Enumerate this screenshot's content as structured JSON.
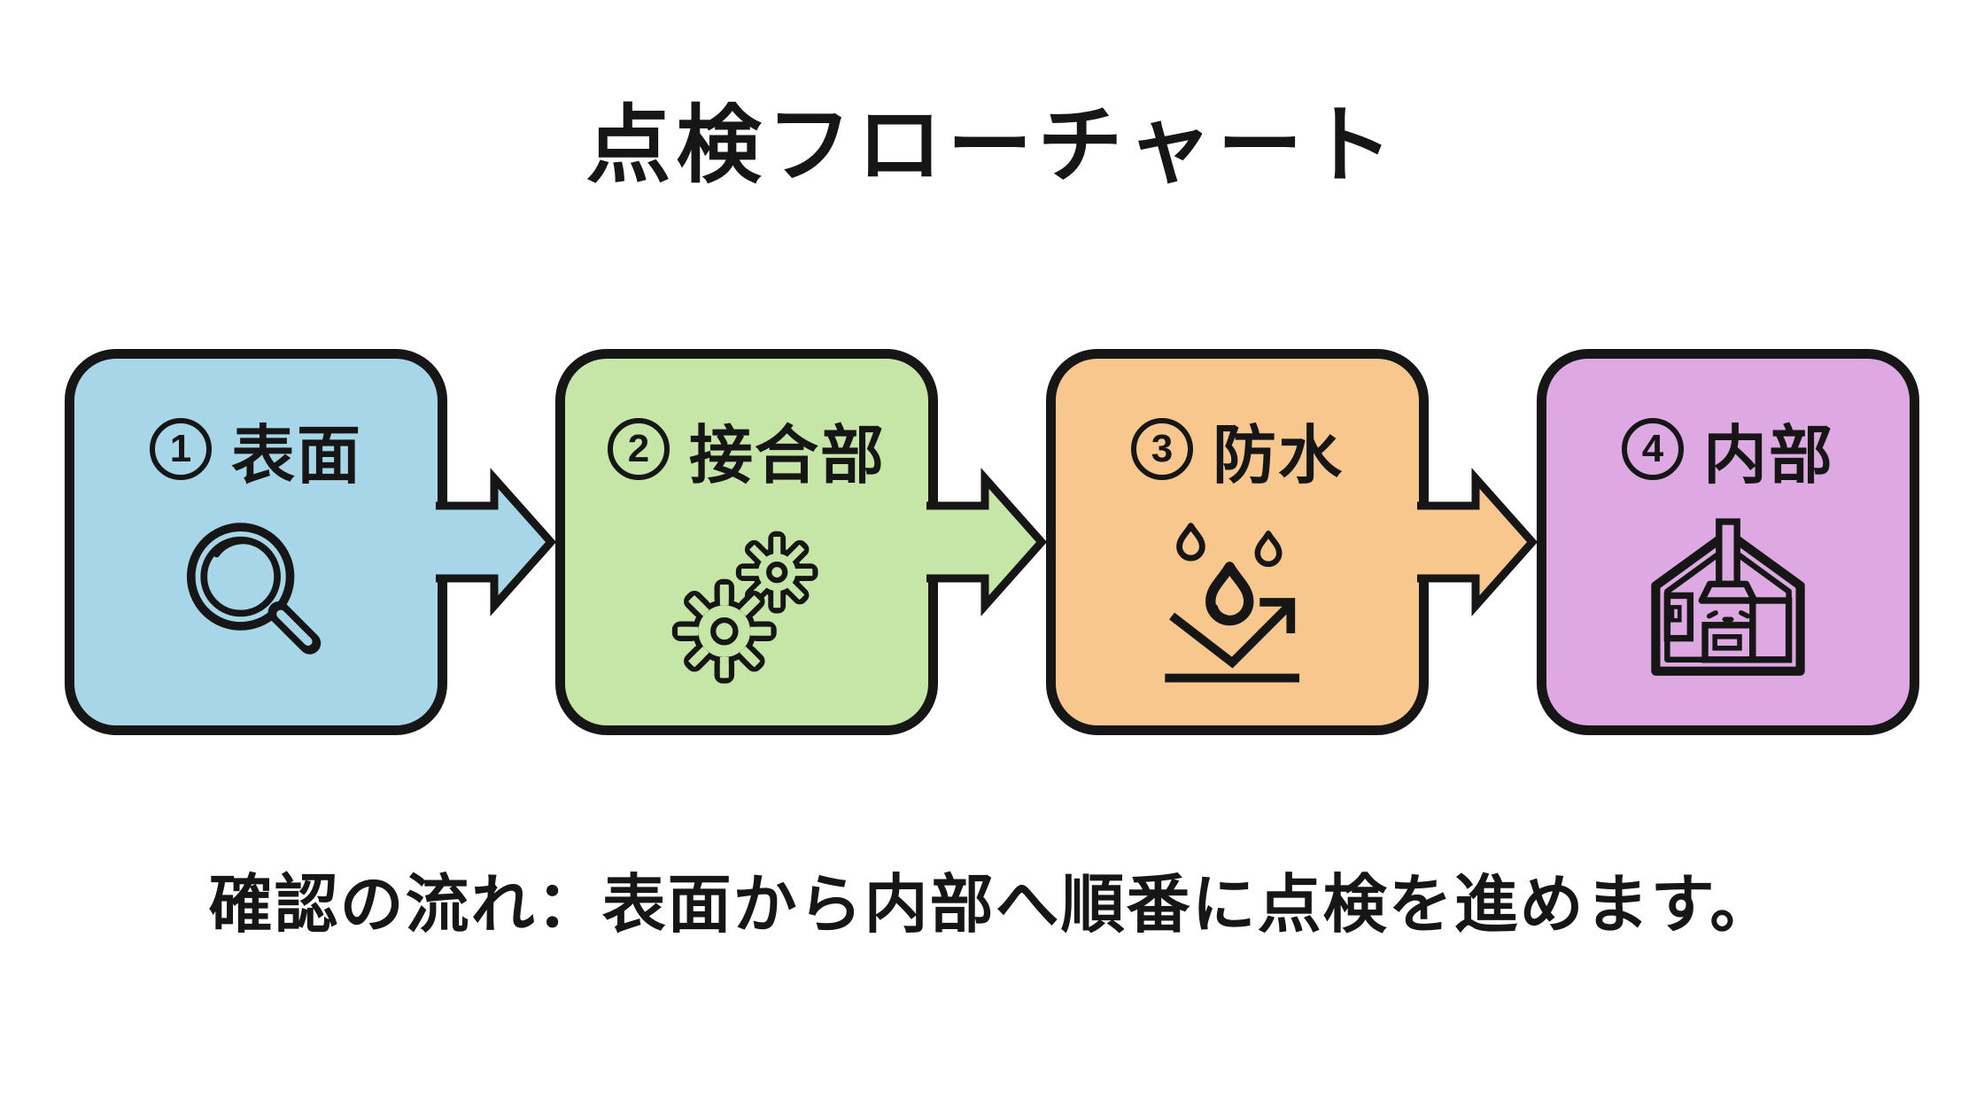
{
  "title": "点検フローチャート",
  "footer": "確認の流れ：表面から内部へ順番に点検を進めます。",
  "steps": [
    {
      "number": "1",
      "label": "表面",
      "color": "#A8D6E9",
      "icon": "magnifier-icon"
    },
    {
      "number": "2",
      "label": "接合部",
      "color": "#C5E6A6",
      "icon": "gears-icon"
    },
    {
      "number": "3",
      "label": "防水",
      "color": "#F7C78E",
      "icon": "water-repellent-icon"
    },
    {
      "number": "4",
      "label": "内部",
      "color": "#DEA8E2",
      "icon": "house-interior-icon"
    }
  ],
  "colors": {
    "outline": "#161616",
    "background": "#FFFFFF",
    "text": "#161616"
  }
}
